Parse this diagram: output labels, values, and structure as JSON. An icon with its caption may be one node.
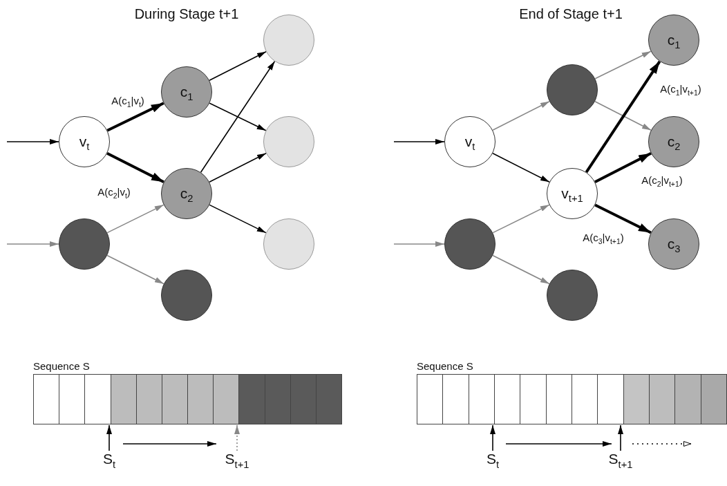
{
  "diagram": {
    "nodes": [
      {
        "text": [
          "v$_{t}$"
        ]
      },
      {
        "text": [
          "c$_{1}$"
        ]
      },
      {
        "text": [
          "c$_{2}$"
        ]
      },
      {
        "text": [],
        "shape": "circle"
      },
      {
        "text": [],
        "shape": "circle"
      },
      {
        "text": [],
        "shape": "circle"
      },
      {
        "text": [],
        "shape": "circle"
      },
      {
        "text": [],
        "shape": "circle"
      },
      {
        "text": [
          "v$_{t}$"
        ]
      },
      {
        "text": [],
        "shape": "circle"
      },
      {
        "text": [
          "v$_{t+1}$"
        ]
      },
      {
        "text": [],
        "shape": "circle"
      },
      {
        "text": [],
        "shape": "circle"
      },
      {
        "text": [
          "c$_{1}$"
        ]
      },
      {
        "text": [
          "c$_{2}$"
        ]
      },
      {
        "text": [
          "c$_{3}$"
        ]
      },
      {
        "text": [
          "Sequence S"
        ]
      },
      {
        "text": [
          "S$_{t}$"
        ]
      },
      {
        "text": [
          "S$_{t+1}$"
        ]
      },
      {
        "text": [
          "Sequence S"
        ]
      },
      {
        "text": [
          "S$_{t}$"
        ]
      },
      {
        "text": [
          "S$_{t+1}$"
        ]
      }
    ],
    "edges": [
      {
        "from": null,
        "to": 0,
        "arrow": "to"
      },
      {
        "from": 0,
        "to": 1,
        "arrow": "to",
        "style": "thick",
        "label": "A(c$_{1}$|v$_{t}$)"
      },
      {
        "from": 0,
        "to": 2,
        "arrow": "to",
        "style": "thick",
        "label": "A(c$_{2}$|v$_{t}$)"
      },
      {
        "from": 1,
        "to": 5,
        "arrow": "to"
      },
      {
        "from": 1,
        "to": 6,
        "arrow": "to"
      },
      {
        "from": 2,
        "to": 5,
        "arrow": "to"
      },
      {
        "from": 2,
        "to": 6,
        "arrow": "to"
      },
      {
        "from": 2,
        "to": 7,
        "arrow": "to"
      },
      {
        "from": null,
        "to": 3,
        "arrow": "to",
        "color": "#888888"
      },
      {
        "from": 3,
        "to": 2,
        "arrow": "to",
        "color": "#888888"
      },
      {
        "from": 3,
        "to": 4,
        "arrow": "to",
        "color": "#888888"
      },
      {
        "from": null,
        "to": 8,
        "arrow": "to"
      },
      {
        "from": 8,
        "to": 9,
        "arrow": "to",
        "color": "#888888"
      },
      {
        "from": 8,
        "to": 10,
        "arrow": "to"
      },
      {
        "from": 9,
        "to": 13,
        "arrow": "to",
        "color": "#888888"
      },
      {
        "from": 9,
        "to": 14,
        "arrow": "to",
        "color": "#888888"
      },
      {
        "from": 10,
        "to": 13,
        "arrow": "to",
        "style": "thick",
        "label": "A(c$_{1}$|v$_{t+1}$)"
      },
      {
        "from": 10,
        "to": 14,
        "arrow": "to",
        "style": "thick",
        "label": "A(c$_{2}$|v$_{t+1}$)"
      },
      {
        "from": 10,
        "to": 15,
        "arrow": "to",
        "style": "thick",
        "label": "A(c$_{3}$|v$_{t+1}$)"
      },
      {
        "from": null,
        "to": 11,
        "arrow": "to",
        "color": "#888888"
      },
      {
        "from": 11,
        "to": 10,
        "arrow": "to",
        "color": "#888888"
      },
      {
        "from": 11,
        "to": 12,
        "arrow": "to",
        "color": "#888888"
      },
      {
        "from": 17,
        "to": 16,
        "arrow": "to"
      },
      {
        "from": 18,
        "to": 16,
        "arrow": "to",
        "style": "dashed",
        "color": "#888888"
      },
      {
        "from": 20,
        "to": 19,
        "arrow": "to"
      },
      {
        "from": 21,
        "to": 19,
        "arrow": "to"
      }
    ],
    "labels": [
      "During Stage t+1",
      "End of Stage t+1"
    ]
  }
}
